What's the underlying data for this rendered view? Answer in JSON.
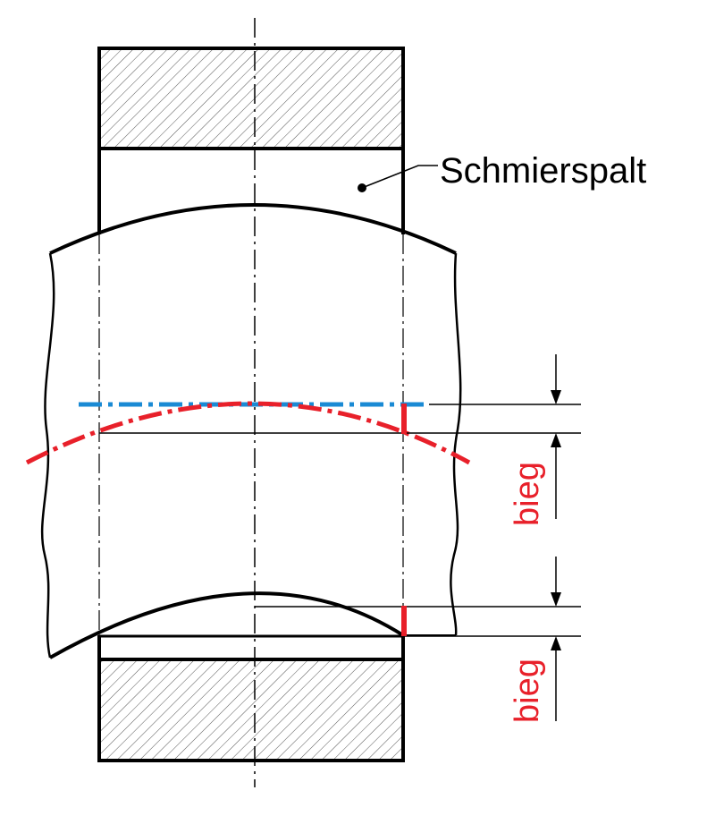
{
  "labels": {
    "gap": "Schmierspalt",
    "dim_upper": "bieg",
    "dim_lower": "bieg"
  },
  "colors": {
    "outline": "#000000",
    "hatch": "#555555",
    "bent_axis": "#e8202a",
    "straight_axis": "#1a8ad4",
    "dimension_text": "#e8202a"
  }
}
